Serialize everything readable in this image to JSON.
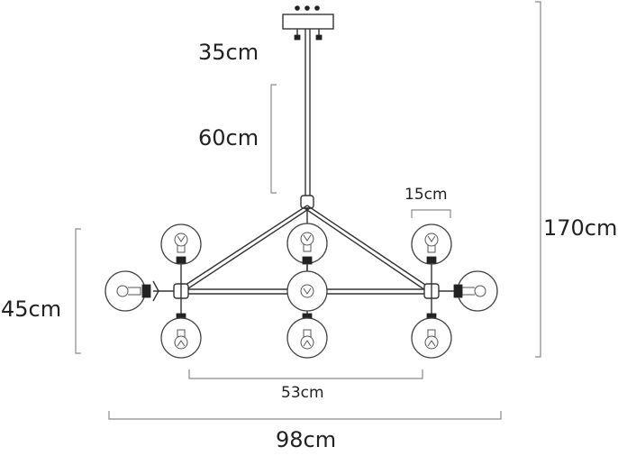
{
  "dimensions": {
    "top_rod": "35cm",
    "main_rod": "60cm",
    "total_height": "170cm",
    "globe_diameter": "15cm",
    "body_height": "45cm",
    "inner_width": "53cm",
    "total_width": "98cm"
  },
  "colors": {
    "line": "#333333",
    "dimension": "#8a8a8a",
    "text": "#222222"
  },
  "icons": {
    "canopy": "ceiling-canopy-icon",
    "globe": "glass-globe-icon",
    "bulb": "light-bulb-icon"
  }
}
